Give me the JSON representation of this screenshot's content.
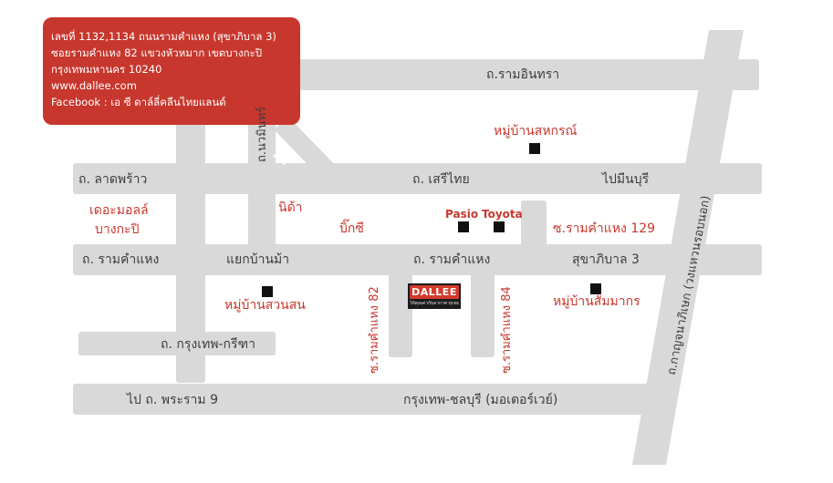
{
  "info_box": {
    "line1": "เลขที่ 1132,1134 ถนนรามคำแหง (สุขาภิบาล 3)",
    "line2": "ซอยรามคำแหง 82 แขวงหัวหมาก เขตบางกะปิ",
    "line3": "กรุงเทพมหานคร  10240",
    "line4": "www.dallee.com",
    "line5": "Facebook : เอ ซี ดาล์ลี่คลีนไทยแลนด์"
  },
  "roads": {
    "ram_intra": "ถ.รามอินทรา",
    "lat_phrao": "ถ. ลาดพร้าว",
    "seri_thai": "ถ. เสรีไทย",
    "to_min_buri": "ไปมีนบุรี",
    "ramkhamhaeng_left": "ถ. รามคำแหง",
    "ramkhamhaeng_mid": "ถ. รามคำแหง",
    "sukhaphiban3": "สุขาภิบาล 3",
    "yaek_ban_ma": "แยกบ้านม้า",
    "krungthep_kreetha": "ถ. กรุงเทพ-กรีฑา",
    "to_rama9": "ไป ถ. พระราม 9",
    "motorway": "กรุงเทพ-ชลบุรี (มอเตอร์เวย์)",
    "nawamin": "ถ.นวมินทร์",
    "soi82": "ซ.รามคำแหง 82",
    "soi84": "ซ.รามคำแหง 84",
    "kanchanaphisek": "ถ.กาญจนาภิเษก (วงแหวนรอบนอก)"
  },
  "places": {
    "mb_sahakorn": "หมู่บ้านสหกรณ์",
    "the_mall_1": "เดอะมอลล์",
    "the_mall_2": "บางกะปิ",
    "nida": "นิด้า",
    "big_c": "บิ๊กซี",
    "pasio": "Pasio",
    "toyota": "Toyota",
    "soi129": "ซ.รามคำแหง 129",
    "mb_suanson": "หมู่บ้านสวนสน",
    "mb_sammakorn": "หมู่บ้านสัมมากร"
  },
  "logo": {
    "brand": "DALLEE",
    "tagline": "ให้คุณค่ากับอากาศ ทุกลมหายใจ"
  },
  "colors": {
    "road": "#d9d9d9",
    "accent_red": "#c8372d",
    "label_dark": "#3d3d3d",
    "marker": "#111111"
  }
}
